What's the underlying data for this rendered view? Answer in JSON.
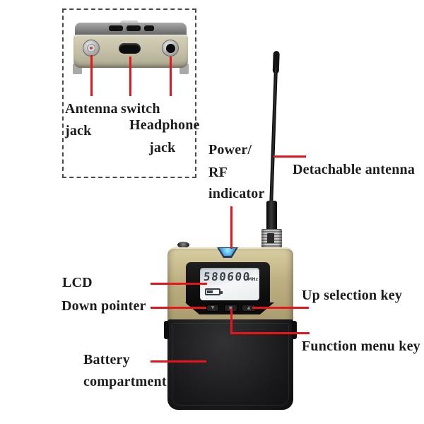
{
  "colors": {
    "accent_red": "#e8141a",
    "body_tan": "#b7aa7b",
    "led_blue": "#49a9e8",
    "lcd_screen_bg": "#eef1f2",
    "battery_section_black": "#19191b"
  },
  "device": {
    "lcd_display": {
      "frequency": "580600",
      "unit": "MHz"
    },
    "buttons": {
      "down_glyph": "▼",
      "menu_glyph": "▣",
      "up_glyph": "▲"
    }
  },
  "callouts": {
    "antenna_jack": {
      "line1": "Antenna",
      "line2": "jack"
    },
    "switch": {
      "label": "switch"
    },
    "headphone_jack": {
      "line1": "Headphone",
      "line2": "jack"
    },
    "power_rf_indicator": {
      "line1": "Power/",
      "line2": "RF",
      "line3": "indicator"
    },
    "detachable_antenna": {
      "label": "Detachable antenna"
    },
    "lcd": {
      "label": "LCD"
    },
    "down_pointer": {
      "label": "Down pointer"
    },
    "up_selection_key": {
      "label": "Up selection key"
    },
    "function_menu_key": {
      "label": "Function menu key"
    },
    "battery_compartment": {
      "line1": "Battery",
      "line2": "compartment"
    }
  }
}
